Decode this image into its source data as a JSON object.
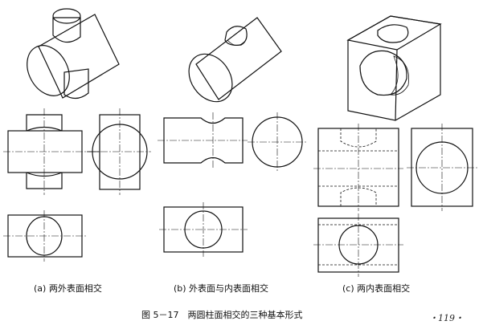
{
  "panels": [
    {
      "id": "a",
      "label": "(a) 两外表面相交"
    },
    {
      "id": "b",
      "label": "(b) 外表面与内表面相交"
    },
    {
      "id": "c",
      "label": "(c) 两内表面相交"
    }
  ],
  "caption": "图 5－17　两圆柱面相交的三种基本形式",
  "page_number": "・119・"
}
